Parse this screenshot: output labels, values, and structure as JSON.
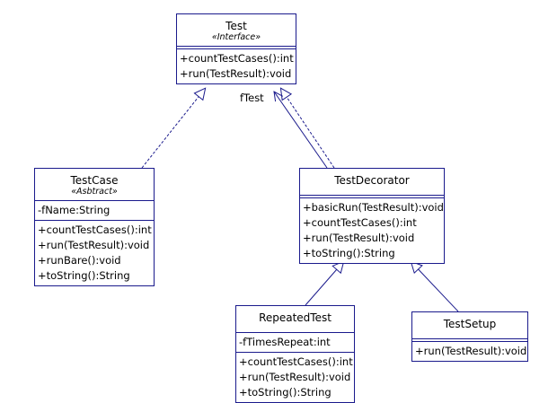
{
  "classes": {
    "test": {
      "name": "Test",
      "stereotype": "«Interface»",
      "attributes": [],
      "operations": [
        "+countTestCases():int",
        "+run(TestResult):void"
      ]
    },
    "testcase": {
      "name": "TestCase",
      "stereotype": "«Asbtract»",
      "attributes": [
        "-fName:String"
      ],
      "operations": [
        "+countTestCases():int",
        "+run(TestResult):void",
        "+runBare():void",
        "+toString():String"
      ]
    },
    "testdecorator": {
      "name": "TestDecorator",
      "attributes": [],
      "operations": [
        "+basicRun(TestResult):void",
        "+countTestCases():int",
        "+run(TestResult):void",
        "+toString():String"
      ]
    },
    "repeatedtest": {
      "name": "RepeatedTest",
      "attributes": [
        "-fTimesRepeat:int"
      ],
      "operations": [
        "+countTestCases():int",
        "+run(TestResult):void",
        "+toString():String"
      ]
    },
    "testsetup": {
      "name": "TestSetup",
      "attributes": [],
      "operations": [
        "+run(TestResult):void"
      ]
    }
  },
  "association": {
    "role": "fTest"
  },
  "colors": {
    "line": "#1a1a8c",
    "box_border": "#1a1a8c",
    "text": "#000000"
  }
}
